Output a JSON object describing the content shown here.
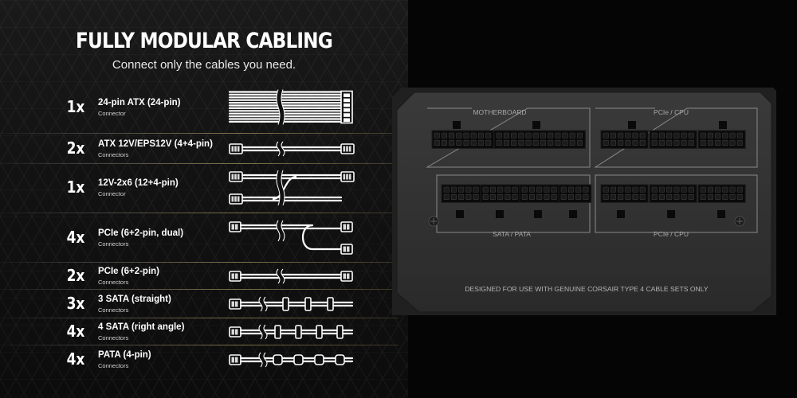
{
  "header": {
    "title": "FULLY MODULAR CABLING",
    "subtitle": "Connect only the cables you need."
  },
  "cables": [
    {
      "qty": "1x",
      "name": "24-pin ATX (24-pin)",
      "sub": "Connector",
      "icon": "ribbon-24pin-cable-icon"
    },
    {
      "qty": "2x",
      "name": "ATX 12V/EPS12V (4+4-pin)",
      "sub": "Connectors",
      "icon": "eps-cable-icon"
    },
    {
      "qty": "1x",
      "name": "12V-2x6 (12+4-pin)",
      "sub": "Connector",
      "icon": "12v-2x6-cable-icon"
    },
    {
      "qty": "4x",
      "name": "PCIe (6+2-pin, dual)",
      "sub": "Connectors",
      "icon": "pcie-dual-cable-icon"
    },
    {
      "qty": "2x",
      "name": "PCIe (6+2-pin)",
      "sub": "Connectors",
      "icon": "pcie-cable-icon"
    },
    {
      "qty": "3x",
      "name": "3 SATA (straight)",
      "sub": "Connectors",
      "icon": "sata-straight-cable-icon"
    },
    {
      "qty": "4x",
      "name": "4 SATA (right angle)",
      "sub": "Connectors",
      "icon": "sata-right-angle-cable-icon"
    },
    {
      "qty": "4x",
      "name": "PATA (4-pin)",
      "sub": "Connectors",
      "icon": "pata-cable-icon"
    }
  ],
  "psu": {
    "top_left_label": "MOTHERBOARD",
    "top_right_label": "PCIe / CPU",
    "bottom_left_label": "SATA / PATA",
    "bottom_right_label": "PCIe / CPU",
    "footer": "DESIGNED FOR USE WITH GENUINE CORSAIR TYPE 4 CABLE SETS ONLY"
  },
  "colors": {
    "panel_dark": "#1a1a1a",
    "psu_face": "#333333",
    "accent_gold": "#d7be78"
  }
}
